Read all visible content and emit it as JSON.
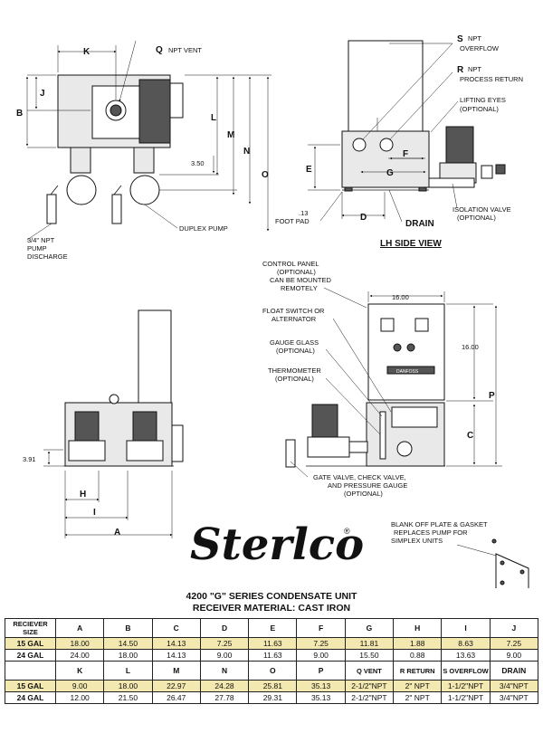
{
  "labels": {
    "q_npt_vent": "Q NPT VENT",
    "s_npt_overflow_1": "S NPT",
    "s_npt_overflow_2": "OVERFLOW",
    "r_npt_return_1": "R NPT",
    "r_npt_return_2": "PROCESS RETURN",
    "lifting_eyes_1": "LIFTING EYES",
    "lifting_eyes_2": "(OPTIONAL)",
    "isolation_valve_1": "ISOLATION VALVE",
    "isolation_valve_2": "(OPTIONAL)",
    "drain": "DRAIN",
    "foot_pad_1": ".13",
    "foot_pad_2": "FOOT PAD",
    "lh_side_view": "LH SIDE VIEW",
    "pump_discharge_1": "3/4\" NPT",
    "pump_discharge_2": "PUMP",
    "pump_discharge_3": "DISCHARGE",
    "duplex_pump": "DUPLEX PUMP",
    "control_panel_1": "CONTROL PANEL",
    "control_panel_2": "(OPTIONAL)",
    "control_panel_3": "CAN BE MOUNTED",
    "control_panel_4": "REMOTELY",
    "float_switch_1": "FLOAT SWITCH OR",
    "float_switch_2": "ALTERNATOR",
    "gauge_glass_1": "GAUGE GLASS",
    "gauge_glass_2": "(OPTIONAL)",
    "thermometer_1": "THERMOMETER",
    "thermometer_2": "(OPTIONAL)",
    "gate_valve_1": "GATE VALVE, CHECK VALVE,",
    "gate_valve_2": "AND PRESSURE GAUGE",
    "gate_valve_3": "(OPTIONAL)",
    "blank_off_1": "BLANK OFF PLATE & GASKET",
    "blank_off_2": "REPLACES PUMP FOR",
    "blank_off_3": "SIMPLEX UNITS",
    "danfoss": "DANFOSS"
  },
  "dimensions": {
    "k": "K",
    "q": "Q",
    "j": "J",
    "b": "B",
    "l": "L",
    "m": "M",
    "n": "N",
    "o": "O",
    "d350": "3.50",
    "s": "S",
    "r": "R",
    "e": "E",
    "f": "F",
    "g": "G",
    "d": "D",
    "w1600": "16.00",
    "h1600": "16.00",
    "p": "P",
    "c": "C",
    "d391": "3.91",
    "h": "H",
    "i": "I",
    "a": "A"
  },
  "brand": {
    "name": "Sterlco",
    "registered": "®"
  },
  "titles": {
    "line1": "4200 \"G\" SERIES CONDENSATE UNIT",
    "line2": "RECEIVER MATERIAL:  CAST IRON"
  },
  "table": {
    "header1": [
      "RECIEVER SIZE",
      "A",
      "B",
      "C",
      "D",
      "E",
      "F",
      "G",
      "H",
      "I",
      "J"
    ],
    "row1_15": [
      "15 GAL",
      "18.00",
      "14.50",
      "14.13",
      "7.25",
      "11.63",
      "7.25",
      "11.81",
      "1.88",
      "8.63",
      "7.25"
    ],
    "row1_24": [
      "24 GAL",
      "24.00",
      "18.00",
      "14.13",
      "9.00",
      "11.63",
      "9.00",
      "15.50",
      "0.88",
      "13.63",
      "9.00"
    ],
    "header2": [
      "",
      "K",
      "L",
      "M",
      "N",
      "O",
      "P",
      "Q VENT",
      "R RETURN",
      "S OVERFLOW",
      "DRAIN"
    ],
    "row2_15": [
      "15 GAL",
      "9.00",
      "18.00",
      "22.97",
      "24.28",
      "25.81",
      "35.13",
      "2-1/2\"NPT",
      "2\" NPT",
      "1-1/2\"NPT",
      "3/4\"NPT"
    ],
    "row2_24": [
      "24 GAL",
      "12.00",
      "21.50",
      "26.47",
      "27.78",
      "29.31",
      "35.13",
      "2-1/2\"NPT",
      "2\" NPT",
      "1-1/2\"NPT",
      "3/4\"NPT"
    ]
  },
  "colors": {
    "highlight": "#f3e9b0"
  }
}
